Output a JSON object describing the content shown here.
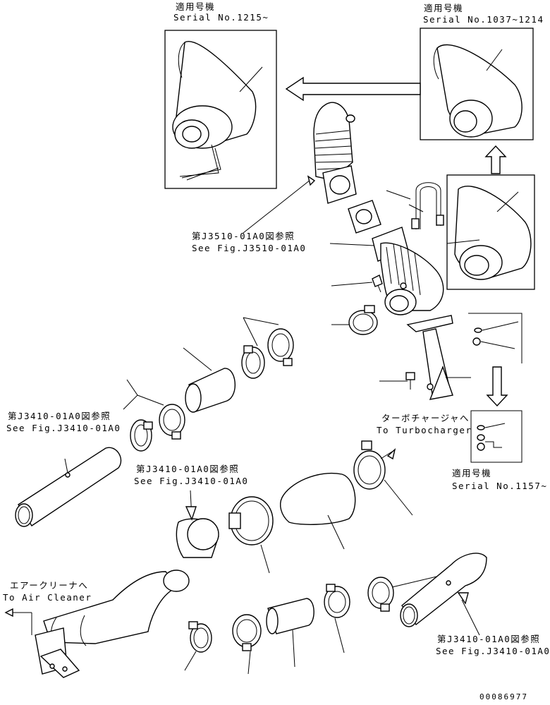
{
  "labels": {
    "top_left_applicable": "適用号機",
    "top_left_serial": "Serial No.1215~",
    "top_right_applicable": "適用号機",
    "top_right_serial": "Serial No.1037~1214",
    "ref_j3510_jp": "第J3510-01A0図参照",
    "ref_j3510_en": "See Fig.J3510-01A0",
    "ref_j3410_left_jp": "第J3410-01A0図参照",
    "ref_j3410_left_en": "See Fig.J3410-01A0",
    "ref_j3410_mid_jp": "第J3410-01A0図参照",
    "ref_j3410_mid_en": "See Fig.J3410-01A0",
    "ref_j3410_bottom_jp": "第J3410-01A0図参照",
    "ref_j3410_bottom_en": "See Fig.J3410-01A0",
    "turbo_jp": "ターボチャージャへ",
    "turbo_en": "To Turbocharger",
    "aircleaner_jp": "エアークリーナへ",
    "aircleaner_en": "To Air Cleaner",
    "bottom_right_applicable": "適用号機",
    "bottom_right_serial": "Serial No.1157~",
    "drawing_number": "00086977"
  }
}
